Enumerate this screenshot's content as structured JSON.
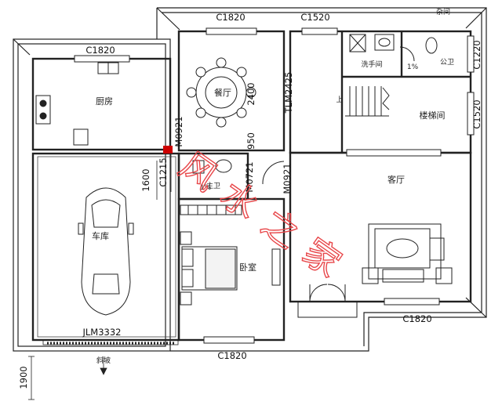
{
  "rooms": {
    "kitchen": "厨房",
    "dining": "餐厅",
    "garage": "车库",
    "master_bath": "主卫",
    "bedroom": "卧室",
    "living": "客厅",
    "stair": "楼梯间",
    "public_wc": "公卫",
    "wash": "洗手间",
    "utility": "杂间"
  },
  "windows": {
    "top_left": "C1820",
    "top_mid": "C1820",
    "top_right": "C1520",
    "right_upper": "C1220",
    "right_mid": "C1520",
    "bottom_living": "C1820",
    "bottom_bedroom": "C1820"
  },
  "doors": {
    "tlm": "TLM2425",
    "m0921_left": "M0921",
    "m0921_right": "M0921",
    "m0721": "M0721",
    "jlm": "JLM3332"
  },
  "dims": {
    "d1600": "1600",
    "d1215": "C1215",
    "d950": "950",
    "d2400": "2400",
    "d1900": "1900"
  },
  "marks": {
    "slope": "1%",
    "slope_wc": "1%",
    "up_stair": "上",
    "ramp": "斜坡"
  },
  "watermark": "风水之家"
}
